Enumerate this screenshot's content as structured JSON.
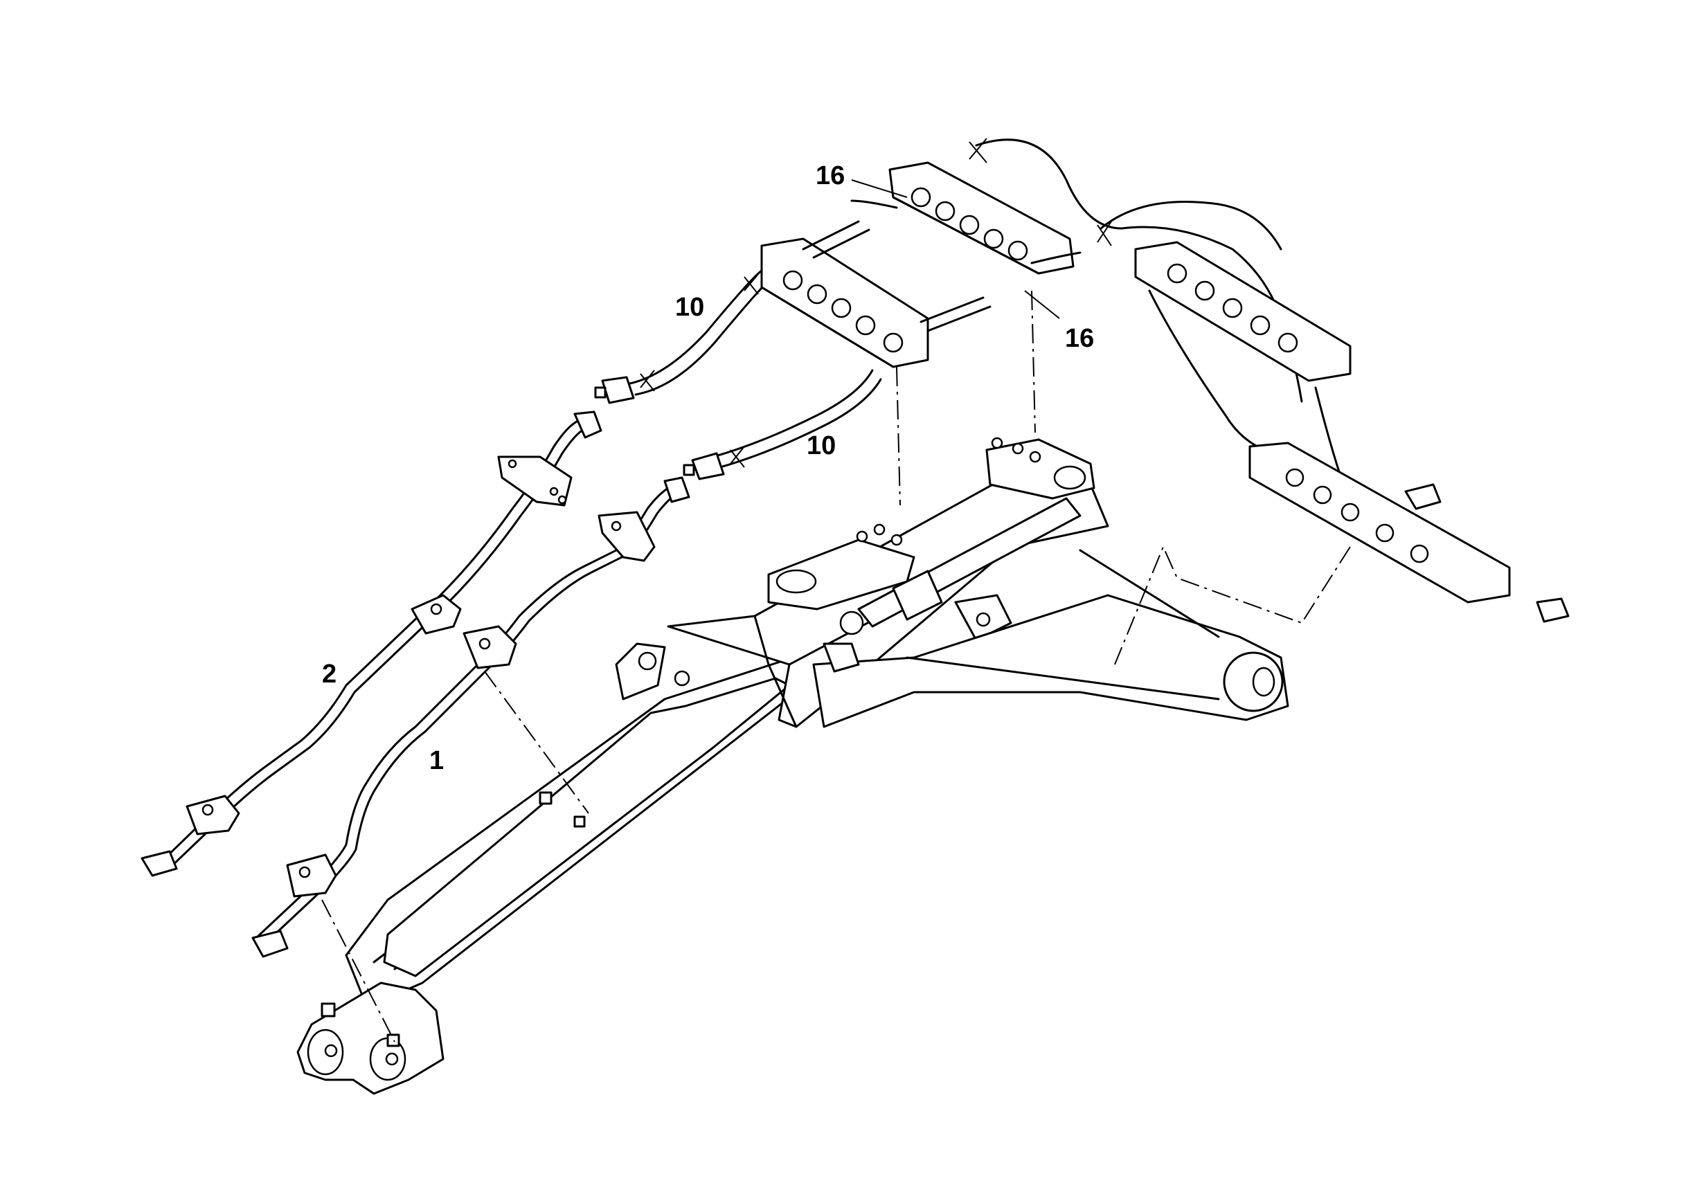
{
  "callouts": [
    {
      "id": "callout-16-top",
      "text": "16"
    },
    {
      "id": "callout-16-right",
      "text": "16"
    },
    {
      "id": "callout-10-top",
      "text": "10"
    },
    {
      "id": "callout-10-middle",
      "text": "10"
    },
    {
      "id": "callout-2",
      "text": "2"
    },
    {
      "id": "callout-1",
      "text": "1"
    }
  ]
}
